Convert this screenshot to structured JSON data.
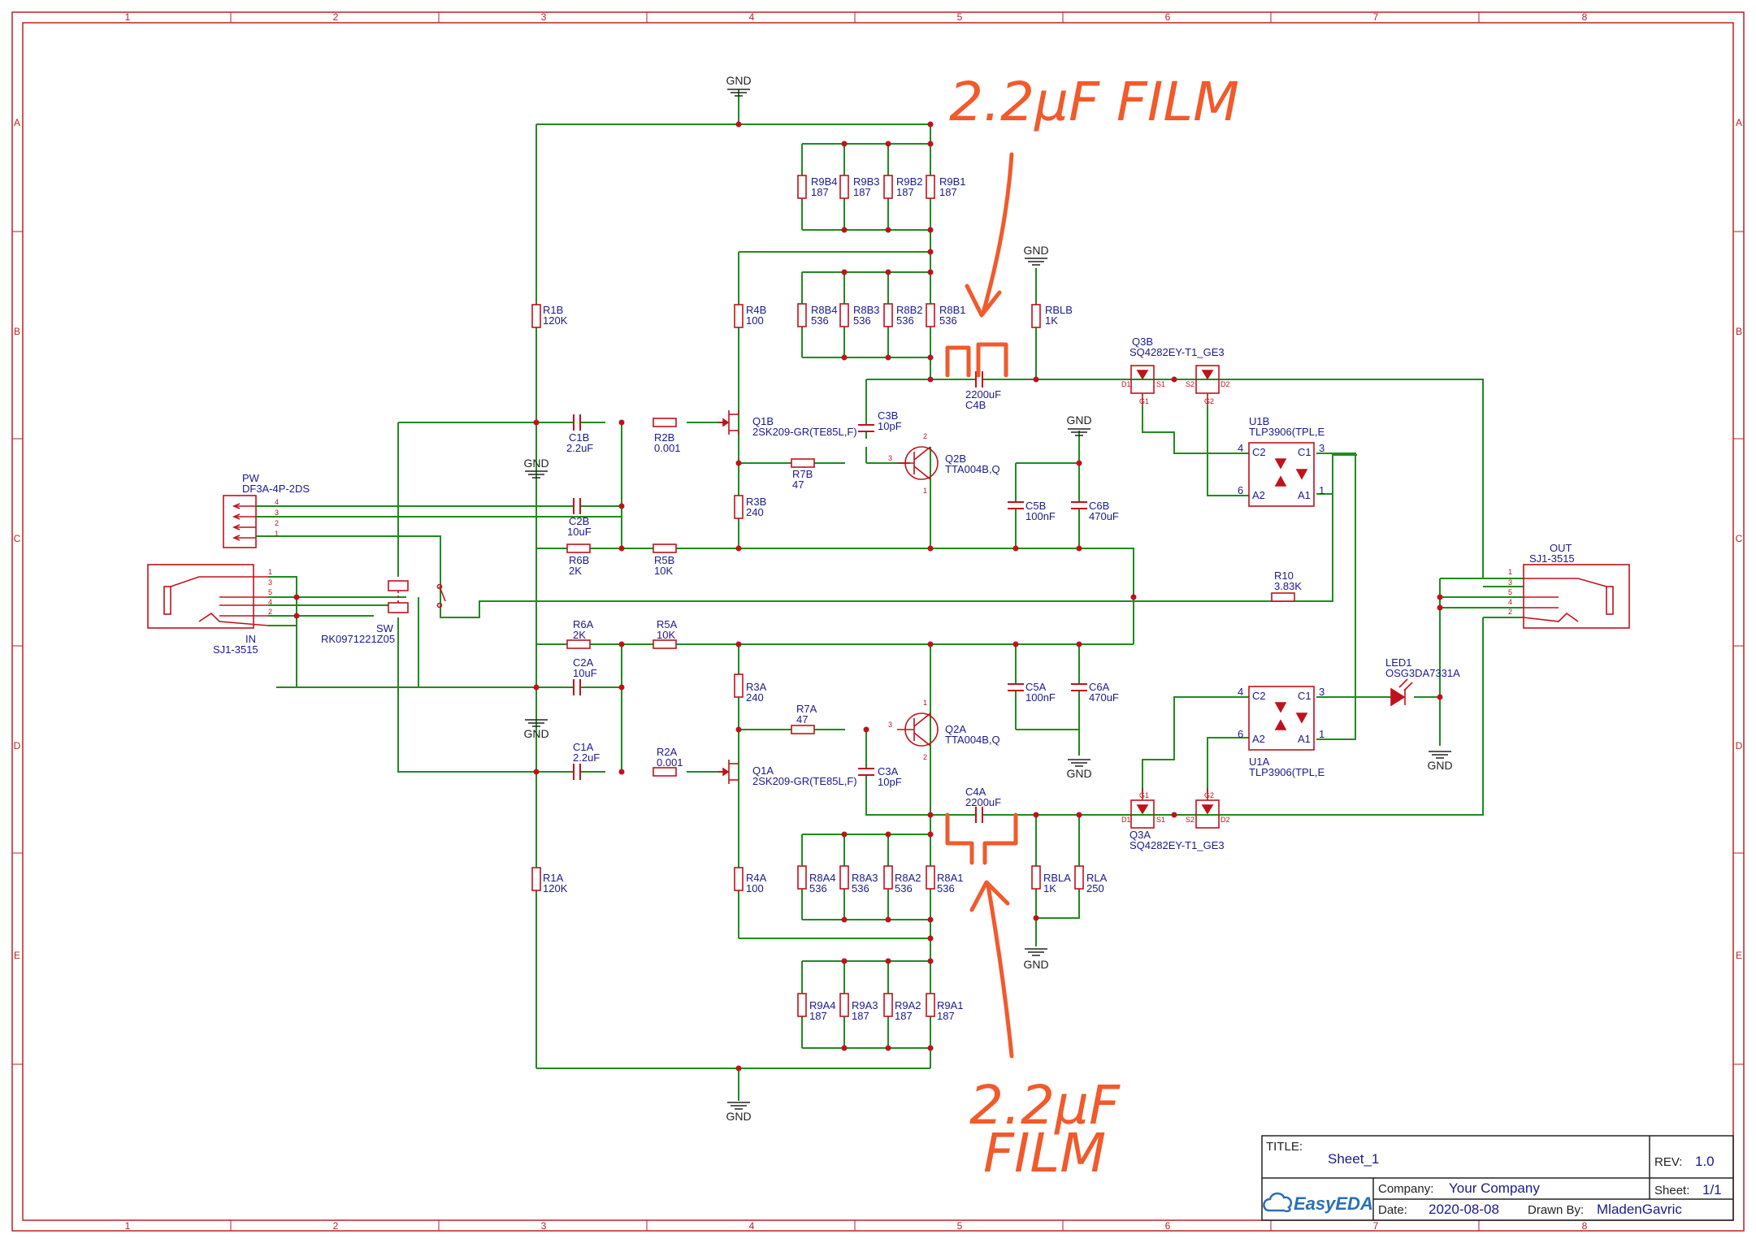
{
  "zones": {
    "columns": [
      "1",
      "2",
      "3",
      "4",
      "5",
      "6",
      "7",
      "8"
    ],
    "rows": [
      "A",
      "B",
      "C",
      "D",
      "E"
    ]
  },
  "gnd_label": "GND",
  "parts": {
    "r9b4": [
      "R9B4",
      "187"
    ],
    "r9b3": [
      "R9B3",
      "187"
    ],
    "r9b2": [
      "R9B2",
      "187"
    ],
    "r9b1": [
      "R9B1",
      "187"
    ],
    "r8b4": [
      "R8B4",
      "536"
    ],
    "r8b3": [
      "R8B3",
      "536"
    ],
    "r8b2": [
      "R8B2",
      "536"
    ],
    "r8b1": [
      "R8B1",
      "536"
    ],
    "r9a4": [
      "R9A4",
      "187"
    ],
    "r9a3": [
      "R9A3",
      "187"
    ],
    "r9a2": [
      "R9A2",
      "187"
    ],
    "r9a1": [
      "R9A1",
      "187"
    ],
    "r8a4": [
      "R8A4",
      "536"
    ],
    "r8a3": [
      "R8A3",
      "536"
    ],
    "r8a2": [
      "R8A2",
      "536"
    ],
    "r8a1": [
      "R8A1",
      "536"
    ],
    "r1b": [
      "R1B",
      "120K"
    ],
    "r1a": [
      "R1A",
      "120K"
    ],
    "r4b": [
      "R4B",
      "100"
    ],
    "r4a": [
      "R4A",
      "100"
    ],
    "r3b": [
      "R3B",
      "240"
    ],
    "r3a": [
      "R3A",
      "240"
    ],
    "r2b": [
      "R2B",
      "0.001"
    ],
    "r2a": [
      "R2A",
      "0.001"
    ],
    "r7b": [
      "R7B",
      "47"
    ],
    "r7a": [
      "R7A",
      "47"
    ],
    "r6b": [
      "R6B",
      "2K"
    ],
    "r6a": [
      "R6A",
      "2K"
    ],
    "r5b": [
      "R5B",
      "10K"
    ],
    "r5a": [
      "R5A",
      "10K"
    ],
    "rblb": [
      "RBLB",
      "1K"
    ],
    "rbla": [
      "RBLA",
      "1K"
    ],
    "rla": [
      "RLA",
      "250"
    ],
    "r10": [
      "R10",
      "3.83K"
    ],
    "c1b": [
      "C1B",
      "2.2uF"
    ],
    "c1a": [
      "C1A",
      "2.2uF"
    ],
    "c2b": [
      "C2B",
      "10uF"
    ],
    "c2a": [
      "C2A",
      "10uF"
    ],
    "c3b": [
      "C3B",
      "10pF"
    ],
    "c3a": [
      "C3A",
      "10pF"
    ],
    "c4b": [
      "C4B",
      "2200uF"
    ],
    "c4a": [
      "C4A",
      "2200uF"
    ],
    "c5b": [
      "C5B",
      "100nF"
    ],
    "c5a": [
      "C5A",
      "100nF"
    ],
    "c6b": [
      "C6B",
      "470uF"
    ],
    "c6a": [
      "C6A",
      "470uF"
    ],
    "q1b": [
      "Q1B",
      "2SK209-GR(TE85L,F)"
    ],
    "q1a": [
      "Q1A",
      "2SK209-GR(TE85L,F)"
    ],
    "q2b": [
      "Q2B",
      "TTA004B,Q"
    ],
    "q2a": [
      "Q2A",
      "TTA004B,Q"
    ],
    "q3b": [
      "Q3B",
      "SQ4282EY-T1_GE3"
    ],
    "q3a": [
      "Q3A",
      "SQ4282EY-T1_GE3"
    ],
    "u1b": [
      "U1B",
      "TLP3906(TPL,E"
    ],
    "u1a": [
      "U1A",
      "TLP3906(TPL,E"
    ],
    "led1": [
      "LED1",
      "OSG3DA7331A"
    ],
    "pw": [
      "PW",
      "DF3A-4P-2DS"
    ],
    "in": [
      "IN",
      "SJ1-3515"
    ],
    "out": [
      "OUT",
      "SJ1-3515"
    ],
    "sw": [
      "SW",
      "RK0971221Z05"
    ]
  },
  "pins": {
    "pw": [
      "4",
      "3",
      "2",
      "1"
    ],
    "jack": [
      "1",
      "3",
      "5",
      "4",
      "2"
    ],
    "u1": {
      "c2": "C2",
      "a2": "A2",
      "c1": "C1",
      "a1": "A1",
      "n4": "4",
      "n6": "6",
      "n3": "3",
      "n1": "1"
    },
    "mos": {
      "d1": "D1",
      "s1": "S1",
      "s2": "S2",
      "d2": "D2",
      "g1": "G1",
      "g2": "G2"
    },
    "bjt": {
      "b": "3",
      "c": "2",
      "e": "1"
    }
  },
  "annotations": {
    "top": "2.2µF FILM",
    "bottom_1": "2.2µF",
    "bottom_2": "FILM"
  },
  "title_block": {
    "title_label": "TITLE:",
    "title": "Sheet_1",
    "rev_label": "REV:",
    "rev": "1.0",
    "company_label": "Company:",
    "company": "Your Company",
    "sheet_label": "Sheet:",
    "sheet": "1/1",
    "date_label": "Date:",
    "date": "2020-08-08",
    "drawn_label": "Drawn By:",
    "drawn_by": "MladenGavric",
    "logo": "EasyEDA"
  },
  "colors": {
    "wire": "#1e8c1e",
    "component": "#c0121c",
    "label": "#1a1a8c",
    "annotation": "#f15a2b"
  }
}
